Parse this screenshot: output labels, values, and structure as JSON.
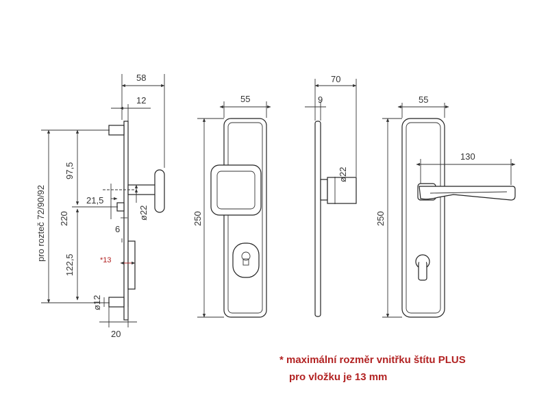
{
  "view1": {
    "dim_58": "58",
    "dim_12": "12",
    "dim_97_5": "97,5",
    "dim_220": "220",
    "dim_pitch": "pro rozteč 72/90/92",
    "dim_21_5": "21,5",
    "dim_d22": "ø22",
    "dim_6": "6",
    "dim_13": "*13",
    "dim_122_5": "122,5",
    "dim_d12": "ø12",
    "dim_20": "20"
  },
  "view2": {
    "dim_55": "55",
    "dim_250": "250"
  },
  "view3": {
    "dim_70": "70",
    "dim_9": "9",
    "dim_d22": "ø22"
  },
  "view4": {
    "dim_55": "55",
    "dim_130": "130",
    "dim_250": "250"
  },
  "note": {
    "line1": "* maximální rozměr vnitřku štítu PLUS",
    "line2": "pro vložku je 13 mm"
  },
  "colors": {
    "line": "#333333",
    "note": "#b22222"
  }
}
